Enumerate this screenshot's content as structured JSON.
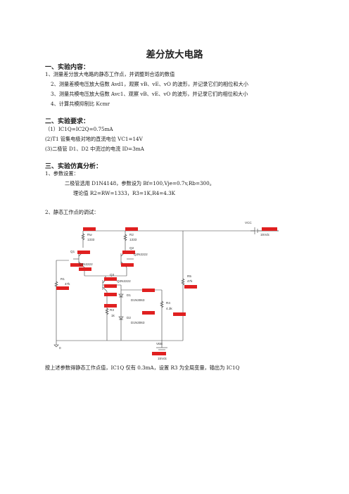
{
  "title": "差分放大电路",
  "sections": {
    "content_heading": "一、实验内容：",
    "content_items": [
      "1、测量差分放大电路的静态工作点，并调整到合适的数值",
      "2、测量差模电压放大倍数 Avd1，观察 vB、vE、vO 的波形，并记录它们的相位和大小",
      "3、测量共模电压放大倍数 Avc1、观察 vB、vE、vO 的波形，并记录它们的相位和大小",
      "4、计算共模抑制比 Kcmr"
    ],
    "req_heading": "二、实验要求：",
    "req_items": [
      "（1）IC1Q=IC2Q=0.75mA",
      "(2)T1 管集电极对地的直流电位 VC1=14V",
      "(3)二极管 D1、D2 中流过的电流 ID=3mA"
    ],
    "sim_heading": "三、实验仿真分析：",
    "sim_param_label": "1、参数设置：",
    "sim_param_1": "二极管选用 D1N4148，参数设为 Bf=100,Vje=0.7v,Rb=300。",
    "sim_param_2": "理论值 R2=RW=1333，R3=1K,R4=4.3K",
    "sim_static_label": "2、静态工作点的调试：",
    "footer": "按上述参数得静态工作点值，IC1Q 仅有 0.3mA，设置 R3 为全局变量，输出为 IC1Q"
  },
  "circuit": {
    "labels": {
      "rw": "Rw",
      "rw_val": "1333",
      "r2": "R2",
      "r2_val": "1333",
      "q1": "Q1",
      "q1_model": "Q2N2222",
      "q2": "Q2",
      "q2_model": "Q2N2222",
      "q3": "Q3",
      "q3_model": "Q2N2222",
      "r1": "R1",
      "r1_val": "47k",
      "r5": "R5",
      "r5_val": "47k",
      "r3": "R3",
      "r3_val": "1k",
      "r4": "R4",
      "r4_val": "4.3k",
      "d1": "D1",
      "d1_model": "D1N3063",
      "d2": "D2",
      "d2_model": "D1N3063",
      "vcc": "VCC",
      "vcc_val": "15Vdc",
      "vee": "VEE",
      "vee_val": "15Vdc",
      "gnd": "0"
    },
    "tag_color": "#e02020"
  }
}
